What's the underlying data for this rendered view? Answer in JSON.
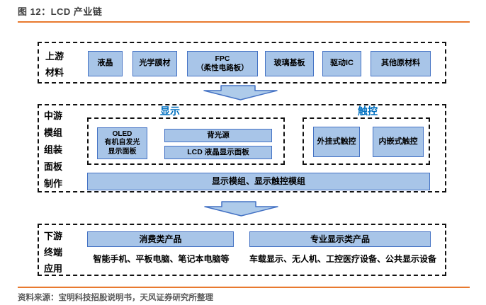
{
  "title": "图 12：LCD 产业链",
  "source": "资料来源：宝明科技招股说明书，天风证券研究所整理",
  "colors": {
    "accent_orange": "#e8792e",
    "chip_fill": "#a8c5e8",
    "chip_border": "#4472c4",
    "group_title_blue": "#0070c0",
    "title_text": "#3f3f3f",
    "source_text": "#595959",
    "dashed_border": "#111111"
  },
  "upstream": {
    "label_lines": [
      "上游",
      "材料"
    ],
    "items": [
      "液晶",
      "光学膜材",
      "FPC\n（柔性电路板）",
      "玻璃基板",
      "驱动IC",
      "其他原材料"
    ]
  },
  "midstream": {
    "label_lines": [
      "中游",
      "模组",
      "组装",
      "面板",
      "制作"
    ],
    "display_group": {
      "title": "显示",
      "oled": "OLED\n有机自发光\n显示面板",
      "backlight": "背光源",
      "lcd": "LCD 液晶显示面板"
    },
    "touch_group": {
      "title": "触控",
      "items": [
        "外挂式触控",
        "内嵌式触控"
      ]
    },
    "module_bar": "显示模组、显示触控模组"
  },
  "downstream": {
    "label_lines": [
      "下游",
      "终端",
      "应用"
    ],
    "consumer": {
      "title": "消费类产品",
      "desc": "智能手机、平板电脑、笔记本电脑等"
    },
    "professional": {
      "title": "专业显示类产品",
      "desc": "车载显示、无人机、工控医疗设备、公共显示设备"
    }
  }
}
